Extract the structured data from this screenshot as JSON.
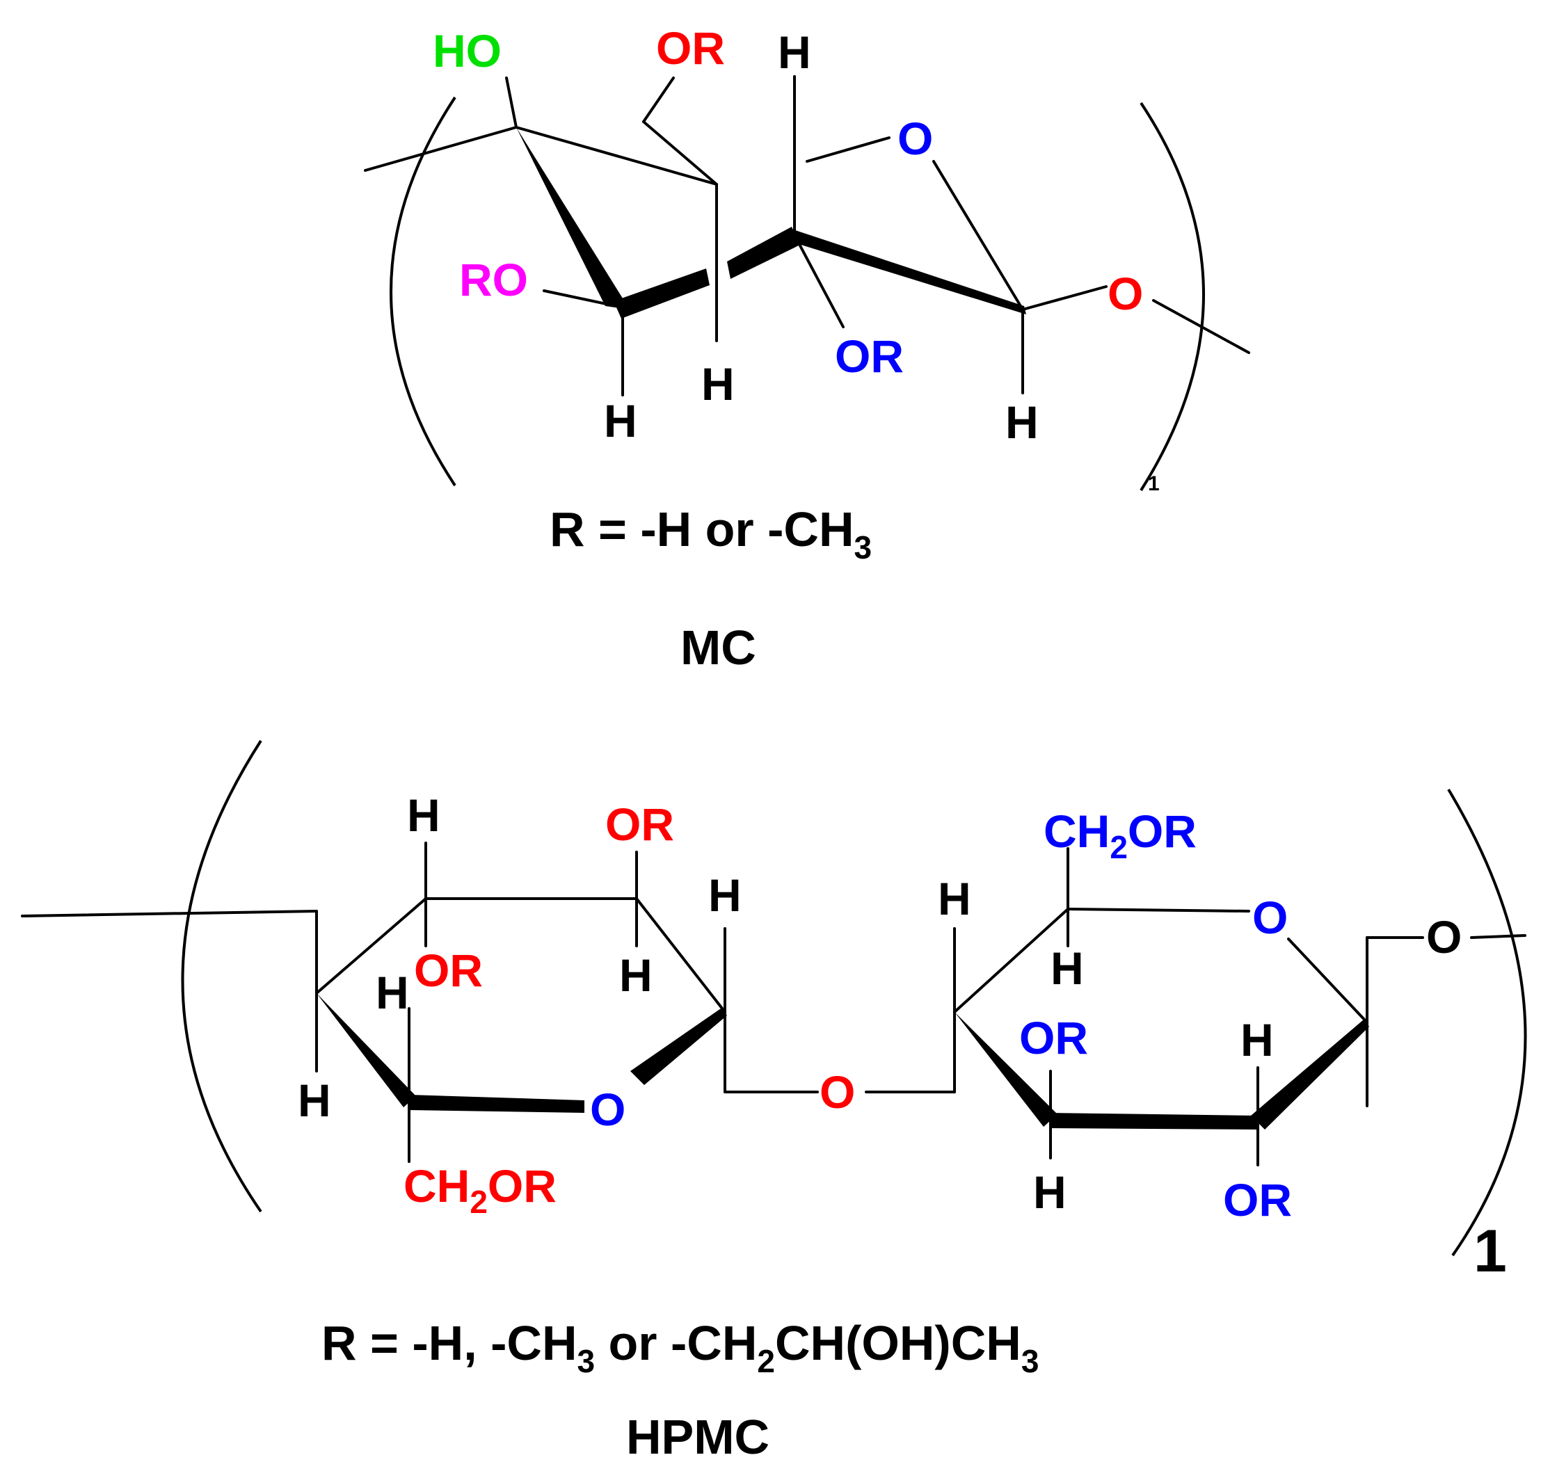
{
  "colors": {
    "black": "#000000",
    "red": "#ff0000",
    "blue": "#0000ff",
    "green": "#00e000",
    "magenta": "#ff00ff"
  },
  "mc": {
    "ho_top": "HO",
    "or_c6": "OR",
    "h_c5": "H",
    "o_ring": "O",
    "ro_c3": "RO",
    "h_c3": "H",
    "h_c4": "H",
    "or_c2": "OR",
    "o_link": "O",
    "h_c1": "H",
    "repeat": "1",
    "r_def_prefix": "R = -H or -CH",
    "r_def_sub": "3",
    "name": "MC"
  },
  "hpmc": {
    "h_top_left": "H",
    "or_top_mid": "OR",
    "h_top_right": "H",
    "or_ring1_inner": "OR",
    "h_ring1_inner_right": "H",
    "h_ring1_c4": "H",
    "h_ring1_bottom_left": "H",
    "o_ring1": "O",
    "ch2or_ring1_ch": "CH",
    "ch2or_ring1_sub": "2",
    "ch2or_ring1_or": "OR",
    "o_bridge": "O",
    "h_ring2_top_left": "H",
    "ch2or_ring2_ch": "CH",
    "ch2or_ring2_sub": "2",
    "ch2or_ring2_or": "OR",
    "o_ring2": "O",
    "h_ring2_c5": "H",
    "or_ring2_c3": "OR",
    "h_ring2_c2": "H",
    "h_ring2_bottom": "H",
    "or_ring2_c2": "OR",
    "o_link": "O",
    "repeat": "1",
    "r_def_part1": "R = -H, -CH",
    "r_def_sub1": "3",
    "r_def_part2": " or -CH",
    "r_def_sub2": "2",
    "r_def_part3": "CH(OH)CH",
    "r_def_sub3": "3",
    "name": "HPMC"
  }
}
